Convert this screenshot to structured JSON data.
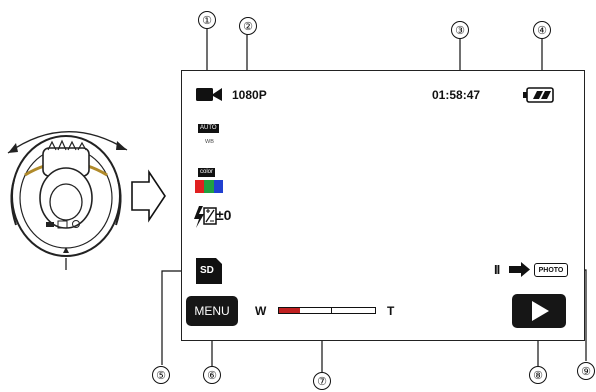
{
  "callouts": [
    "①",
    "②",
    "③",
    "④",
    "⑤",
    "⑥",
    "⑦",
    "⑧",
    "⑨"
  ],
  "screen": {
    "resolution": "1080P",
    "time": "01:58:47",
    "wb_label": "AUTO",
    "wb_sub": "WB",
    "color_label": "color",
    "exposure": "±0",
    "sd_label": "SD",
    "menu_label": "MENU",
    "zoom_wide": "W",
    "zoom_tele": "T",
    "zoom_level": 0.22,
    "photo_label": "PHOTO",
    "pause_symbol": "II"
  },
  "colors": {
    "zoom_fill": "#c02020",
    "color_swatches": [
      "#e02020",
      "#20a040",
      "#2040d0"
    ]
  },
  "icons": [
    "video-camera-icon",
    "battery-icon",
    "flash-icon",
    "sd-card-icon",
    "play-icon",
    "arrow-right-icon",
    "mode-dial-icon"
  ]
}
